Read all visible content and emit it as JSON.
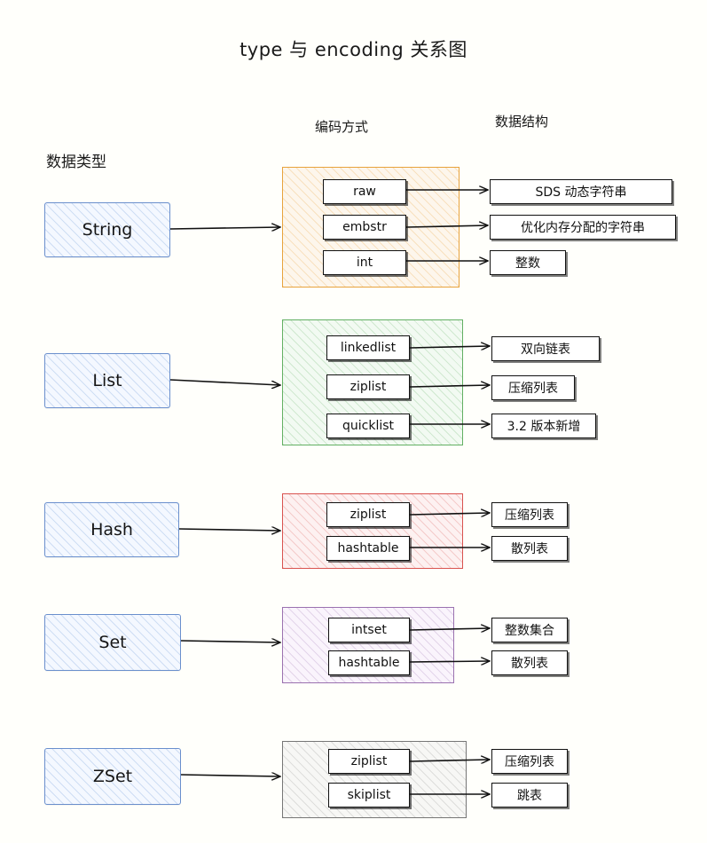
{
  "diagram": {
    "title": "type 与 encoding 关系图",
    "background_color": "#fffffb",
    "columns": {
      "type_header": "数据类型",
      "encoding_header": "编码方式",
      "structure_header": "数据结构"
    },
    "rows": [
      {
        "type": "String",
        "group_color": "#e8a33d",
        "encodings": [
          "raw",
          "embstr",
          "int"
        ],
        "structures": [
          "SDS 动态字符串",
          "优化内存分配的字符串",
          "整数"
        ]
      },
      {
        "type": "List",
        "group_color": "#63b063",
        "encodings": [
          "linkedlist",
          "ziplist",
          "quicklist"
        ],
        "structures": [
          "双向链表",
          "压缩列表",
          "3.2 版本新增"
        ]
      },
      {
        "type": "Hash",
        "group_color": "#d9534f",
        "encodings": [
          "ziplist",
          "hashtable"
        ],
        "structures": [
          "压缩列表",
          "散列表"
        ]
      },
      {
        "type": "Set",
        "group_color": "#9b72b0",
        "encodings": [
          "intset",
          "hashtable"
        ],
        "structures": [
          "整数集合",
          "散列表"
        ]
      },
      {
        "type": "ZSet",
        "group_color": "#767676",
        "encodings": [
          "ziplist",
          "skiplist"
        ],
        "structures": [
          "压缩列表",
          "跳表"
        ]
      }
    ]
  }
}
